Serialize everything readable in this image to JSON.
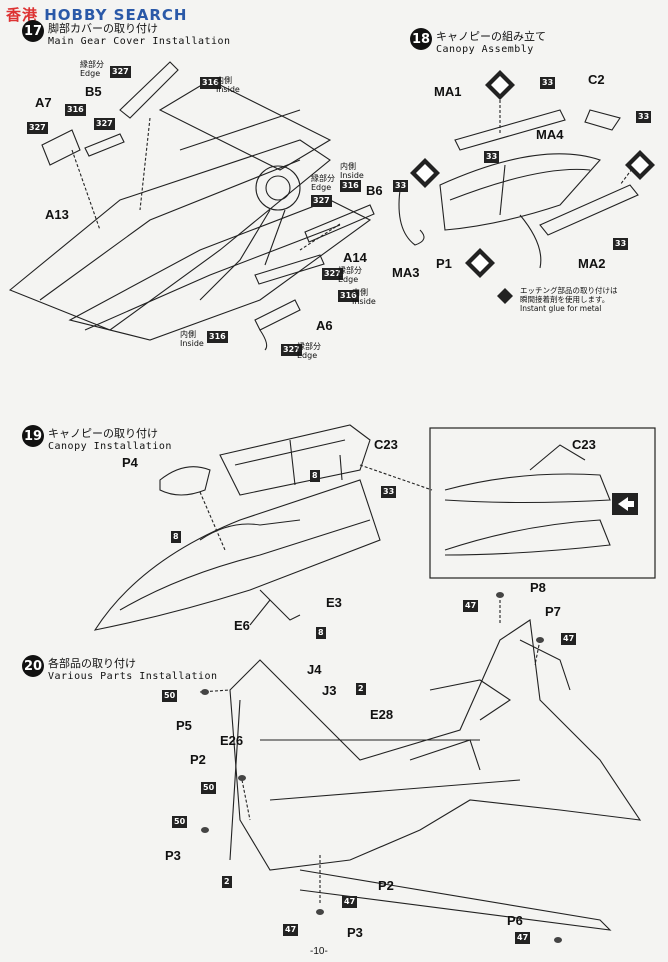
{
  "watermark": {
    "part_a": "香港",
    "part_b": "HOBBY SEARCH"
  },
  "steps": {
    "s17": {
      "num": "17",
      "jp": "脚部カバーの取り付け",
      "en": "Main Gear Cover Installation"
    },
    "s18": {
      "num": "18",
      "jp": "キャノピーの組み立て",
      "en": "Canopy Assembly"
    },
    "s19": {
      "num": "19",
      "jp": "キャノピーの取り付け",
      "en": "Canopy Installation"
    },
    "s20": {
      "num": "20",
      "jp": "各部品の取り付け",
      "en": "Various Parts Installation"
    }
  },
  "labels": {
    "a7": "A7",
    "b5": "B5",
    "a13": "A13",
    "b6": "B6",
    "a14": "A14",
    "a6": "A6",
    "ma1": "MA1",
    "c2": "C2",
    "ma4": "MA4",
    "ma3": "MA3",
    "p1": "P1",
    "ma2": "MA2",
    "p4": "P4",
    "c23": "C23",
    "c23b": "C23",
    "e3": "E3",
    "e6": "E6",
    "p8": "P8",
    "p7": "P7",
    "j4": "J4",
    "j3": "J3",
    "e28": "E28",
    "p5": "P5",
    "e26": "E26",
    "p2": "P2",
    "p3": "P3",
    "p2b": "P2",
    "p6": "P6",
    "p3b": "P3"
  },
  "codes": {
    "c327a": "327",
    "c316a": "316",
    "c316b": "316",
    "c327b": "327",
    "c316c": "316",
    "c327c": "327",
    "c316d": "316",
    "c316e": "316",
    "c327d": "327",
    "c33a": "33",
    "c33b": "33",
    "c33c": "33",
    "c33d": "33",
    "c33e": "33",
    "c8a": "8",
    "c33f": "33",
    "c8b": "8",
    "c8c": "8",
    "c47a": "47",
    "c47b": "47",
    "c2a": "2",
    "c50a": "50",
    "c50b": "50",
    "c50c": "50",
    "c2b": "2",
    "c47c": "47",
    "c47d": "47",
    "c47e": "47"
  },
  "small": {
    "edge_jp": "縁部分",
    "edge_en": "Edge",
    "inside_jp": "内側",
    "inside_en": "Inside"
  },
  "note": {
    "jp1": "エッチング部品の取り付けは",
    "jp2": "瞬間接着剤を使用します。",
    "en": "Instant glue for metal"
  },
  "page_number": "-10-"
}
